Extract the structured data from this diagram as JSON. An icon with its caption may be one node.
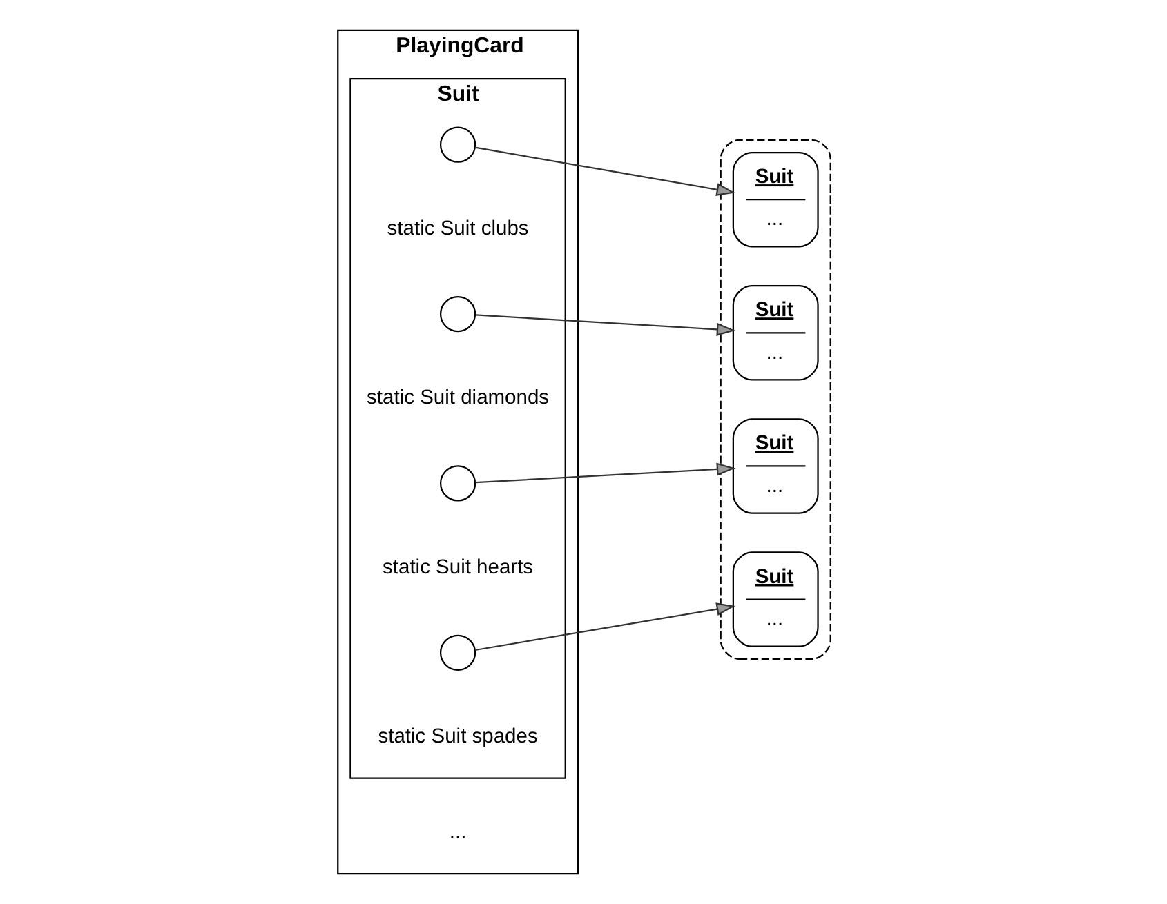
{
  "diagram": {
    "nodes": [
      {
        "text": [
          "PlayingCard",
          "..."
        ]
      },
      {
        "text": [
          "Suit"
        ],
        "in": 0
      },
      {
        "text": [],
        "shape": "circle",
        "in": 1,
        "beside": [
          "static Suit clubs"
        ]
      },
      {
        "text": [],
        "shape": "circle",
        "in": 1,
        "beside": [
          "static Suit diamonds"
        ]
      },
      {
        "text": [],
        "shape": "circle",
        "in": 1,
        "beside": [
          "static Suit hearts"
        ]
      },
      {
        "text": [],
        "shape": "circle",
        "in": 1,
        "beside": [
          "static Suit spades"
        ]
      },
      {
        "text": [],
        "shape": "box"
      },
      {
        "text": [
          "Suit",
          "..."
        ],
        "in": 6
      },
      {
        "text": [
          "Suit",
          "..."
        ],
        "in": 6
      },
      {
        "text": [
          "Suit",
          "..."
        ],
        "in": 6
      },
      {
        "text": [
          "Suit",
          "..."
        ],
        "in": 6
      }
    ],
    "edges": [
      {
        "from": 2,
        "to": 7,
        "arrow": "to"
      },
      {
        "from": 3,
        "to": 8,
        "arrow": "to"
      },
      {
        "from": 4,
        "to": 9,
        "arrow": "to"
      },
      {
        "from": 5,
        "to": 10,
        "arrow": "to"
      }
    ]
  }
}
